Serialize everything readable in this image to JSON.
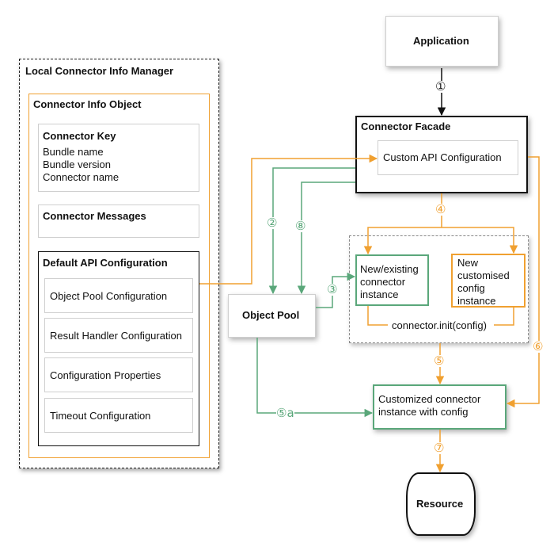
{
  "colors": {
    "orange": "#f0a030",
    "green": "#5aa77a",
    "black": "#111111",
    "gray_border": "#cfcfcf"
  },
  "local_manager": {
    "title": "Local Connector Info Manager"
  },
  "info_object": {
    "title": "Connector Info Object",
    "connector_key": {
      "title": "Connector Key",
      "lines": [
        "Bundle name",
        "Bundle version",
        "Connector name"
      ]
    },
    "connector_messages": {
      "title": "Connector Messages"
    },
    "default_api": {
      "title": "Default API Configuration",
      "items": [
        "Object Pool Configuration",
        "Result Handler Configuration",
        "Configuration Properties",
        "Timeout Configuration"
      ]
    }
  },
  "application": {
    "label": "Application"
  },
  "facade": {
    "title": "Connector Facade",
    "custom_api": "Custom API Configuration"
  },
  "object_pool": {
    "label": "Object Pool"
  },
  "connector_instance": {
    "lines": [
      "New/existing",
      "connector",
      "instance"
    ]
  },
  "config_instance": {
    "lines": [
      "New",
      "customised",
      "config",
      "instance"
    ]
  },
  "init_call": "connector.init(config)",
  "customized": {
    "lines": [
      "Customized connector",
      "instance with config"
    ]
  },
  "resource": {
    "label": "Resource"
  },
  "steps": {
    "s1": "①",
    "s2": "②",
    "s3": "③",
    "s4": "④",
    "s5": "⑤",
    "s5a": "⑤a",
    "s6": "⑥",
    "s7": "⑦",
    "s8": "⑧"
  }
}
